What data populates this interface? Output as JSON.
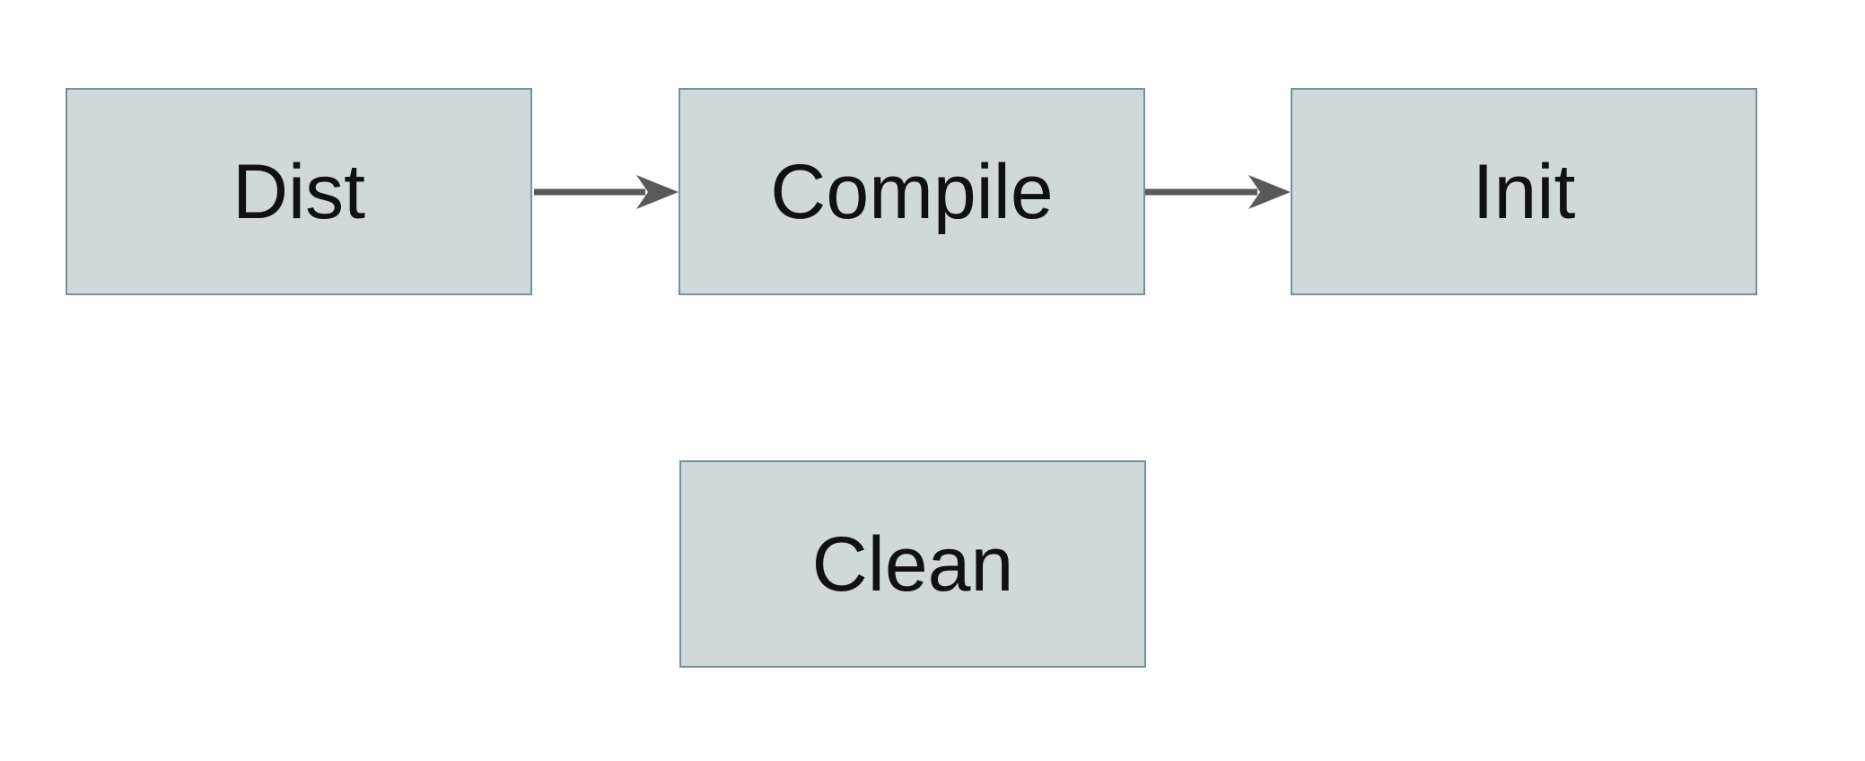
{
  "diagram": {
    "title": "",
    "nodes": [
      {
        "id": "dist",
        "label": "Dist"
      },
      {
        "id": "compile",
        "label": "Compile"
      },
      {
        "id": "init",
        "label": "Init"
      },
      {
        "id": "clean",
        "label": "Clean"
      }
    ],
    "edges": [
      {
        "from": "dist",
        "to": "compile",
        "direction": "right"
      },
      {
        "from": "compile",
        "to": "init",
        "direction": "right"
      }
    ],
    "colors": {
      "node_fill": "#d0d8da",
      "node_border": "#78909c",
      "arrow": "#595959",
      "text": "#111111",
      "background": "#ffffff"
    }
  }
}
